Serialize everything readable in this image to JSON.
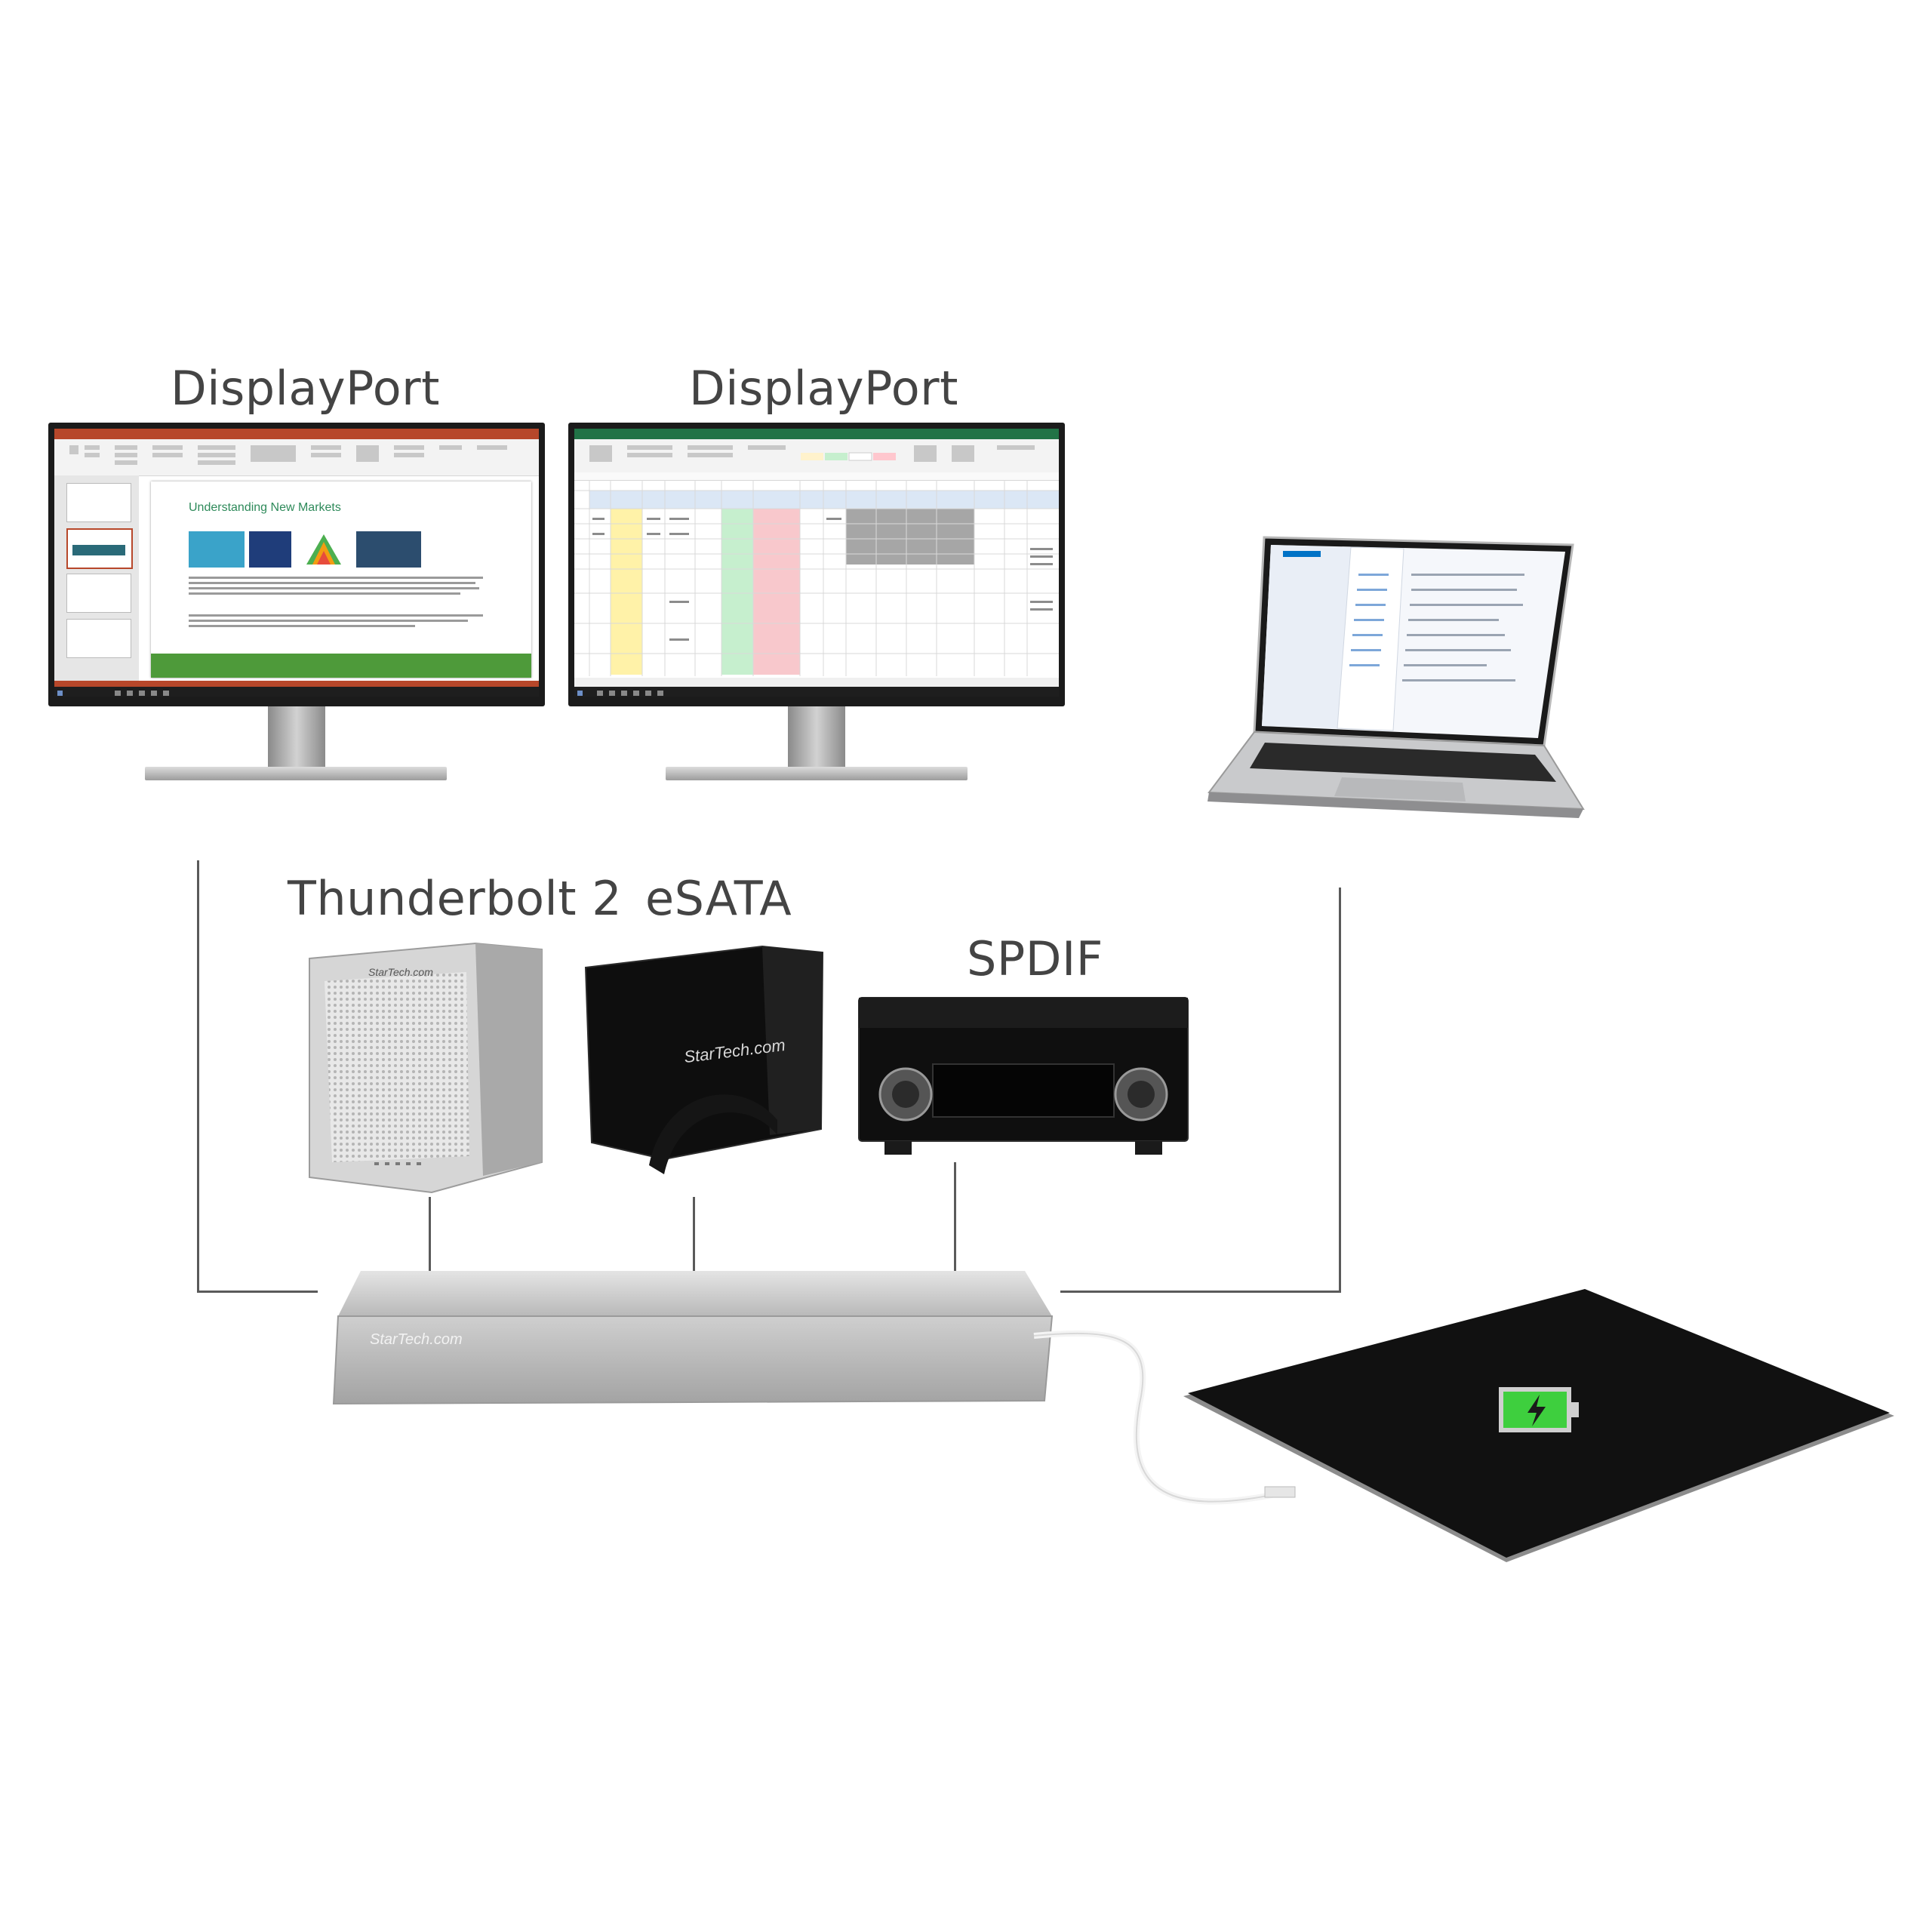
{
  "labels": {
    "monitor_left": "DisplayPort",
    "monitor_right": "DisplayPort",
    "storage_tb2": "Thunderbolt 2",
    "storage_esata": "eSATA",
    "receiver_spdif": "SPDIF"
  },
  "slide": {
    "title": "Understanding New Markets"
  },
  "brand": {
    "name": "StarTech.com"
  },
  "colors": {
    "background": "#ffffff",
    "label_text": "#444444",
    "connector_line": "#5a5a5a",
    "dock_silver": "#c9c9c9",
    "powerpoint_accent": "#b7472a",
    "excel_accent": "#217346",
    "outlook_accent": "#0072c6",
    "charge_green": "#3ecf3e"
  },
  "icons": {
    "tablet_screen": "battery-charging-icon"
  }
}
